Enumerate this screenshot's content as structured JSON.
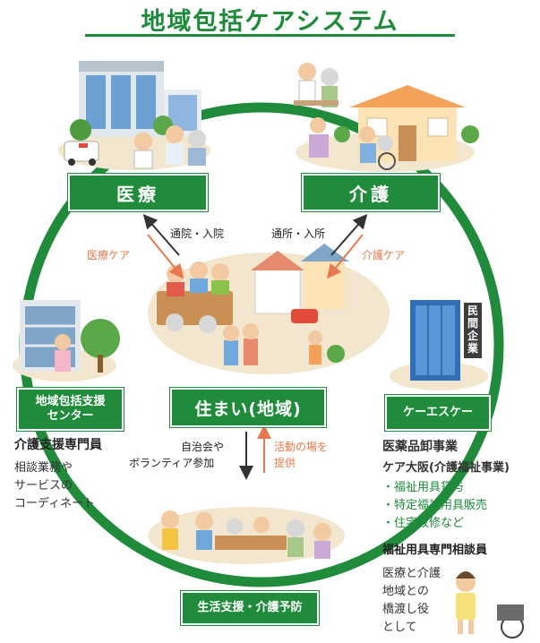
{
  "title": "地域包括ケアシステム",
  "nodes": {
    "iryo": "医療",
    "kaigo": "介護",
    "sumai": "住まい(地域)",
    "center": "地域包括支援\nセンター",
    "kesuke": "ケーエスケー",
    "seikatsu": "生活支援・介護予防"
  },
  "arrows": {
    "tsuin": "通院・入院",
    "iryo_care": "医療ケア",
    "tsusho": "通所・入所",
    "kaigo_care": "介護ケア",
    "jichikai_1": "自治会や",
    "jichikai_2": "ボランティア参加",
    "katsudo_1": "活動の場を",
    "katsudo_2": "提供"
  },
  "minkan_kigyo": "民間企業",
  "left_info": {
    "heading": "介護支援専門員",
    "lines": [
      "相談業務や",
      "サービスの",
      "コーディネート"
    ]
  },
  "right_info": {
    "heading1": "医薬品卸事業",
    "heading2": "ケア大阪(介護福祉事業)",
    "items": [
      "・福祉用具貸与",
      "・特定福祉用具販売",
      "・住宅改修など"
    ],
    "heading3": "福祉用具専門相談員",
    "lines": [
      "医療と介護",
      "地域との",
      "橋渡し役",
      "として"
    ]
  },
  "colors": {
    "green": "#1f8b3b",
    "orange": "#e8794e",
    "ring": "#1f8b3b"
  }
}
